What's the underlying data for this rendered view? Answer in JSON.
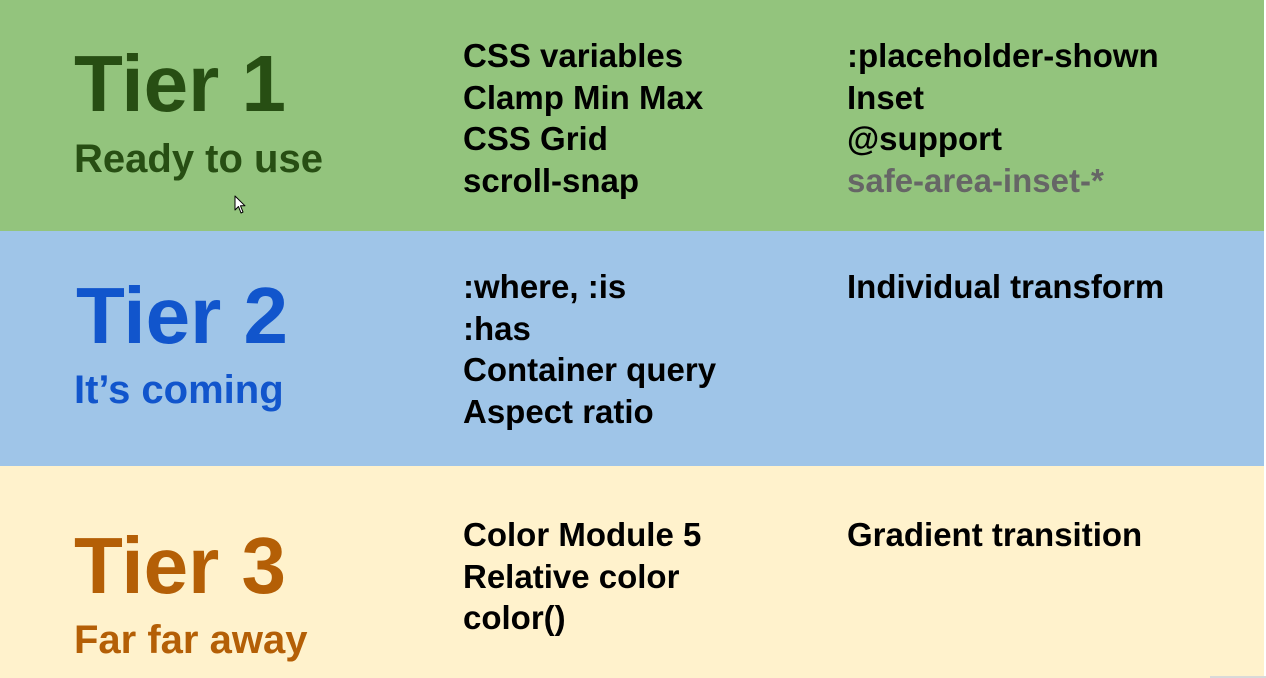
{
  "tiers": [
    {
      "title": "Tier 1",
      "subtitle": "Ready to use",
      "color": "#274e13",
      "background": "#93c47d",
      "column_a": [
        "CSS variables",
        "Clamp Min Max",
        "CSS Grid",
        "scroll-snap"
      ],
      "column_b": [
        ":placeholder-shown",
        "Inset",
        "@support",
        "safe-area-inset-*"
      ]
    },
    {
      "title": "Tier 2",
      "subtitle": "It’s coming",
      "color": "#1155cc",
      "background": "#9fc5e8",
      "column_a": [
        ":where, :is",
        ":has",
        "Container query",
        "Aspect ratio"
      ],
      "column_b": [
        "Individual transform"
      ]
    },
    {
      "title": "Tier 3",
      "subtitle": "Far far away",
      "color": "#b45f06",
      "background": "#fff2cc",
      "column_a": [
        "Color Module 5",
        "Relative color",
        "color()"
      ],
      "column_b": [
        "Gradient transition"
      ]
    }
  ],
  "icons": {
    "cursor": "mouse-pointer-icon"
  }
}
